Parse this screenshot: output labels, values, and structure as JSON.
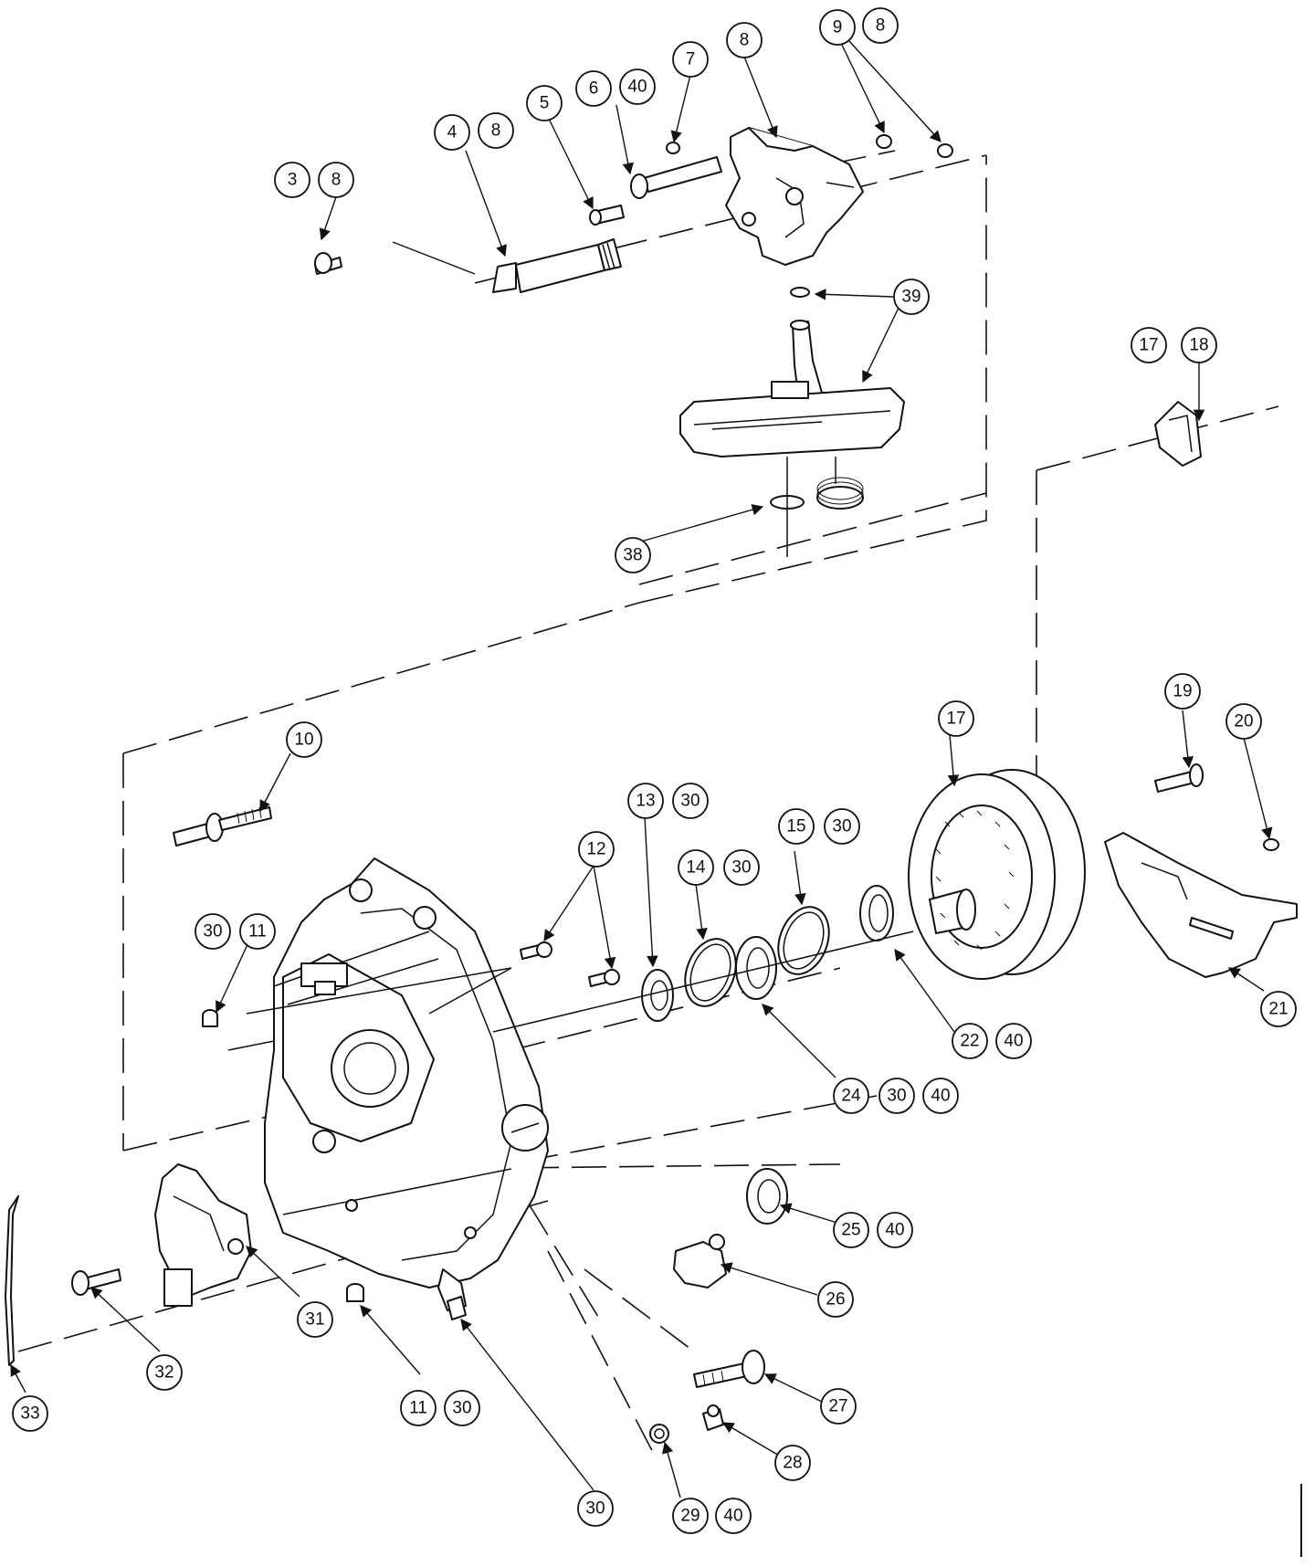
{
  "diagram": {
    "callouts": [
      {
        "id": "c-3",
        "label": "3"
      },
      {
        "id": "c-3-8",
        "label": "8"
      },
      {
        "id": "c-4",
        "label": "4"
      },
      {
        "id": "c-4-8",
        "label": "8"
      },
      {
        "id": "c-5",
        "label": "5"
      },
      {
        "id": "c-6",
        "label": "6"
      },
      {
        "id": "c-6-40",
        "label": "40"
      },
      {
        "id": "c-7",
        "label": "7"
      },
      {
        "id": "c-8",
        "label": "8"
      },
      {
        "id": "c-9",
        "label": "9"
      },
      {
        "id": "c-9-8",
        "label": "8"
      },
      {
        "id": "c-39",
        "label": "39"
      },
      {
        "id": "c-17t",
        "label": "17"
      },
      {
        "id": "c-18",
        "label": "18"
      },
      {
        "id": "c-38",
        "label": "38"
      },
      {
        "id": "c-10",
        "label": "10"
      },
      {
        "id": "c-30a",
        "label": "30"
      },
      {
        "id": "c-11a",
        "label": "11"
      },
      {
        "id": "c-12",
        "label": "12"
      },
      {
        "id": "c-13",
        "label": "13"
      },
      {
        "id": "c-13-30",
        "label": "30"
      },
      {
        "id": "c-14",
        "label": "14"
      },
      {
        "id": "c-14-30",
        "label": "30"
      },
      {
        "id": "c-15",
        "label": "15"
      },
      {
        "id": "c-15-30",
        "label": "30"
      },
      {
        "id": "c-17",
        "label": "17"
      },
      {
        "id": "c-19",
        "label": "19"
      },
      {
        "id": "c-20",
        "label": "20"
      },
      {
        "id": "c-21",
        "label": "21"
      },
      {
        "id": "c-22",
        "label": "22"
      },
      {
        "id": "c-22-40",
        "label": "40"
      },
      {
        "id": "c-24",
        "label": "24"
      },
      {
        "id": "c-24-30",
        "label": "30"
      },
      {
        "id": "c-24-40",
        "label": "40"
      },
      {
        "id": "c-25",
        "label": "25"
      },
      {
        "id": "c-25-40",
        "label": "40"
      },
      {
        "id": "c-26",
        "label": "26"
      },
      {
        "id": "c-27",
        "label": "27"
      },
      {
        "id": "c-28",
        "label": "28"
      },
      {
        "id": "c-29",
        "label": "29"
      },
      {
        "id": "c-29-40",
        "label": "40"
      },
      {
        "id": "c-30b",
        "label": "30"
      },
      {
        "id": "c-11b",
        "label": "11"
      },
      {
        "id": "c-11b-30",
        "label": "30"
      },
      {
        "id": "c-31",
        "label": "31"
      },
      {
        "id": "c-32",
        "label": "32"
      },
      {
        "id": "c-33",
        "label": "33"
      }
    ]
  }
}
